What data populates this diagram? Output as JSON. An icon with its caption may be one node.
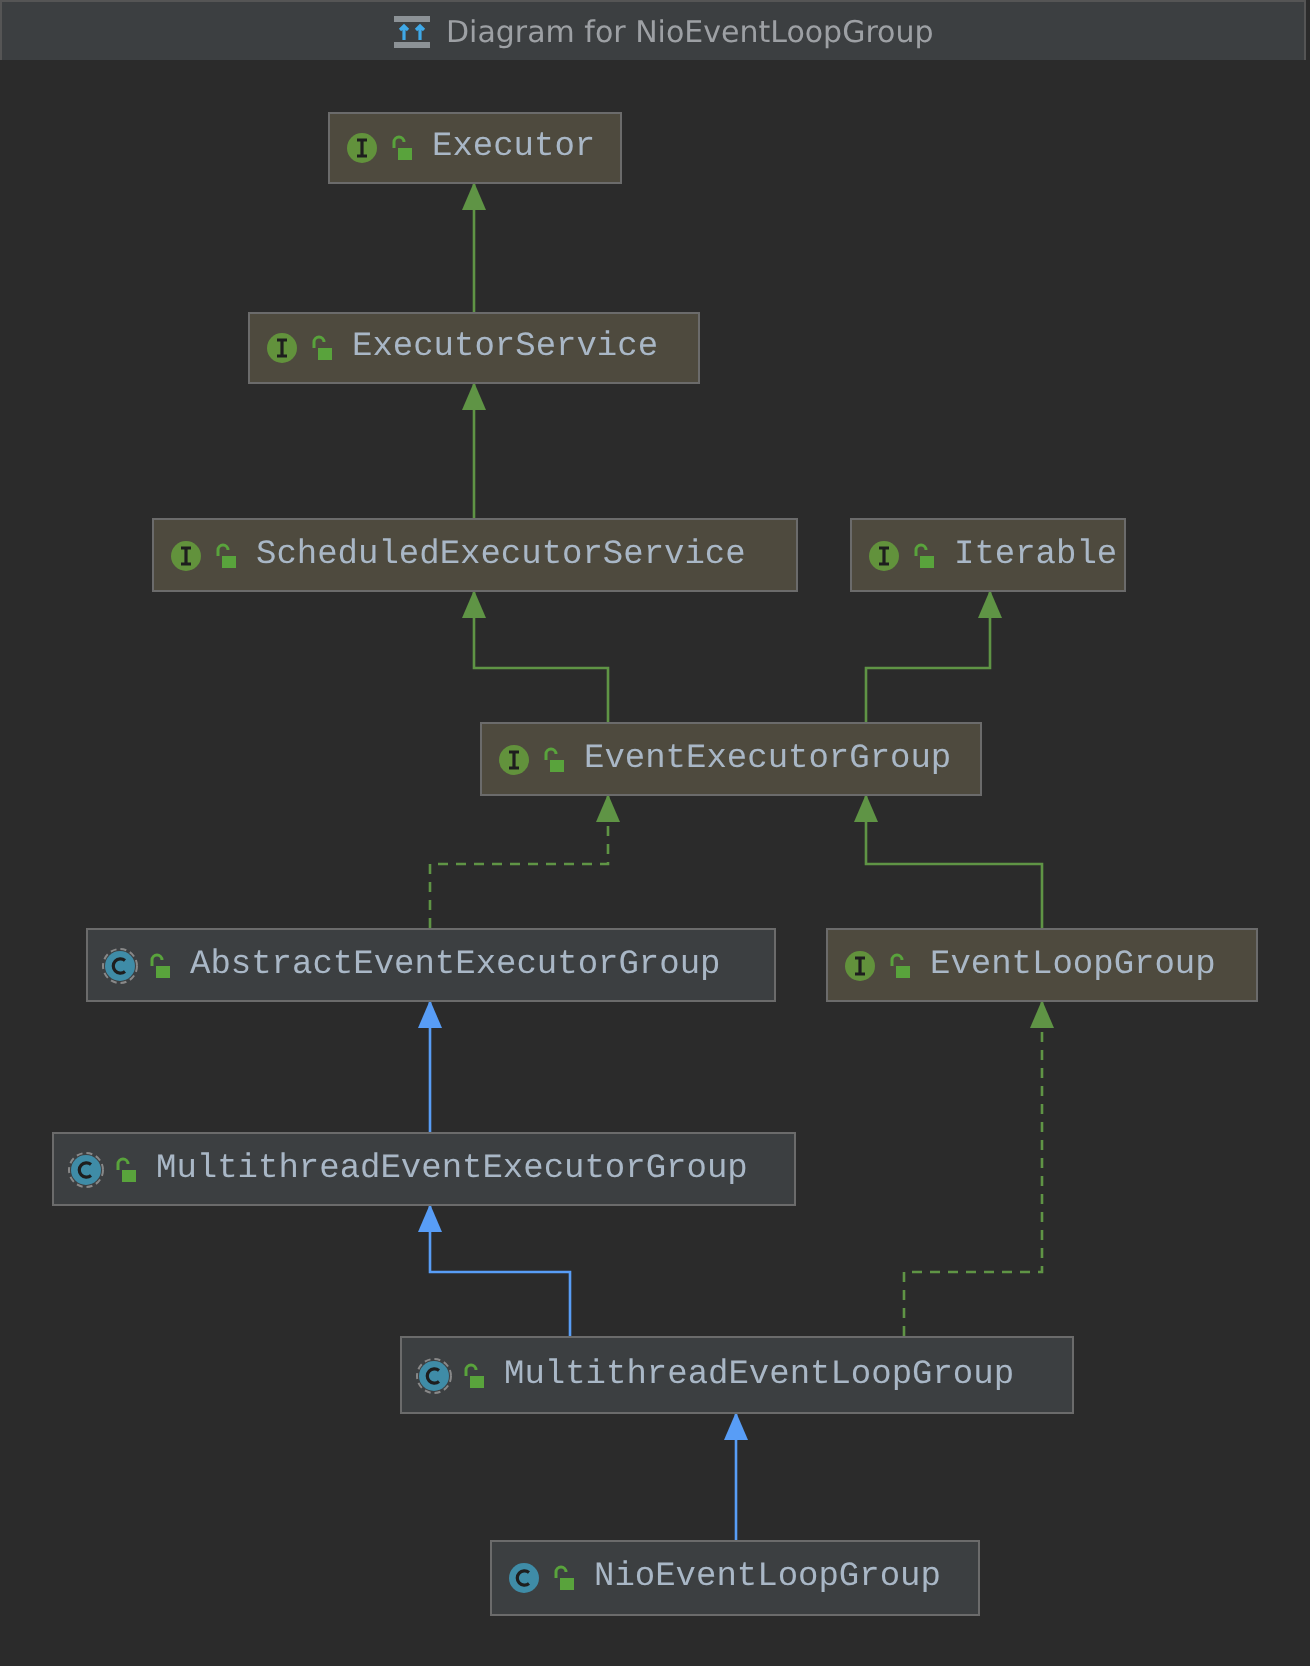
{
  "diagram": {
    "title": "Diagram for NioEventLoopGroup",
    "nodes": [
      {
        "text": [
          "Executor"
        ]
      },
      {
        "text": [
          "ExecutorService"
        ]
      },
      {
        "text": [
          "ScheduledExecutorService"
        ]
      },
      {
        "text": [
          "Iterable"
        ]
      },
      {
        "text": [
          "EventExecutorGroup"
        ]
      },
      {
        "text": [
          "AbstractEventExecutorGroup"
        ]
      },
      {
        "text": [
          "EventLoopGroup"
        ]
      },
      {
        "text": [
          "MultithreadEventExecutorGroup"
        ]
      },
      {
        "text": [
          "MultithreadEventLoopGroup"
        ]
      },
      {
        "text": [
          "NioEventLoopGroup"
        ]
      }
    ],
    "edges": [
      {
        "from": 1,
        "to": 0,
        "arrow": "to"
      },
      {
        "from": 2,
        "to": 1,
        "arrow": "to"
      },
      {
        "from": 4,
        "to": 2,
        "arrow": "to"
      },
      {
        "from": 4,
        "to": 3,
        "arrow": "to"
      },
      {
        "from": 5,
        "to": 4,
        "arrow": "to",
        "style": "dashed"
      },
      {
        "from": 6,
        "to": 4,
        "arrow": "to"
      },
      {
        "from": 7,
        "to": 5,
        "arrow": "to",
        "color": "#589df6"
      },
      {
        "from": 8,
        "to": 7,
        "arrow": "to",
        "color": "#589df6"
      },
      {
        "from": 8,
        "to": 6,
        "arrow": "to",
        "style": "dashed"
      },
      {
        "from": 9,
        "to": 8,
        "arrow": "to",
        "color": "#589df6"
      }
    ]
  }
}
